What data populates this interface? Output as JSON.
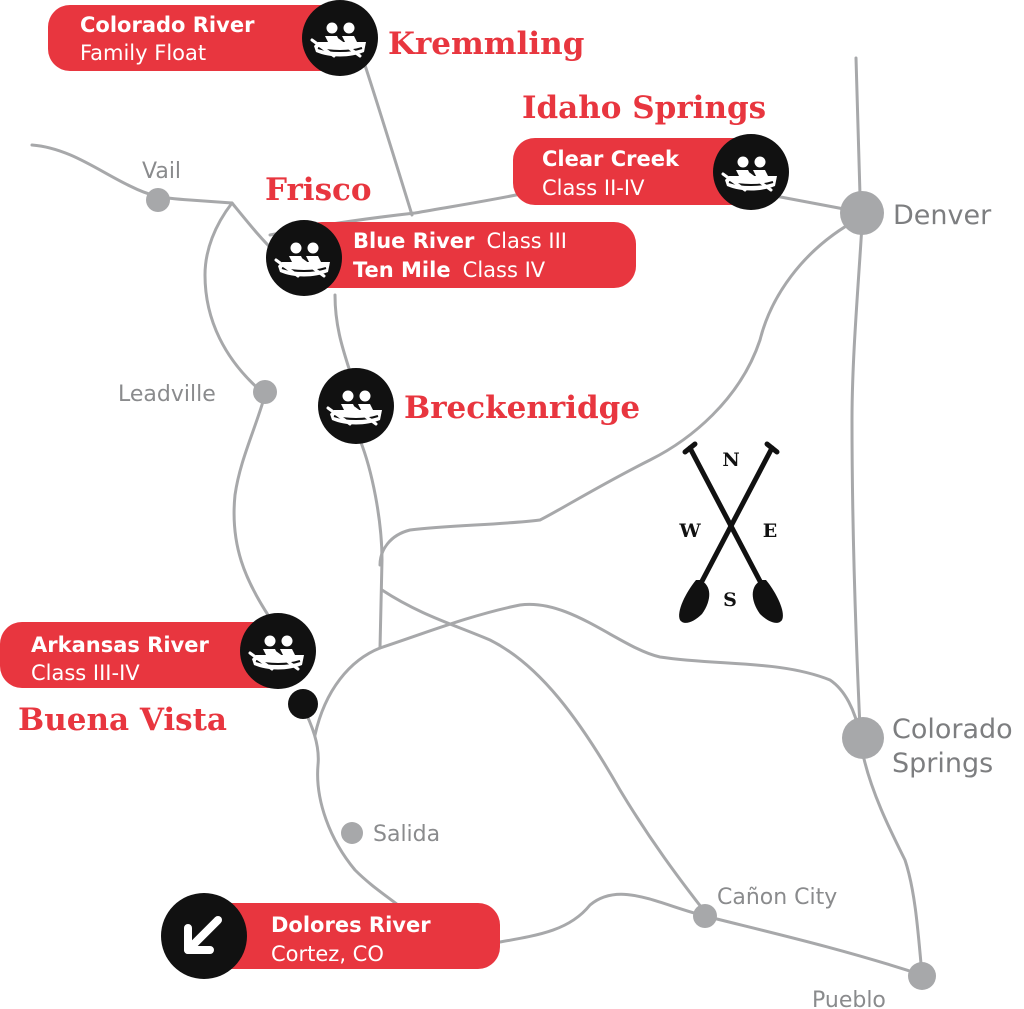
{
  "colors": {
    "accent_red": "#e8363f",
    "road_gray": "#a7a8aa",
    "label_gray": "#8a8b8d",
    "badge_black": "#111111"
  },
  "towns": {
    "vail": "Vail",
    "leadville": "Leadville",
    "salida": "Salida",
    "canon_city": "Cañon City",
    "pueblo": "Pueblo"
  },
  "cities": {
    "denver": "Denver",
    "colorado_springs_1": "Colorado",
    "colorado_springs_2": "Springs"
  },
  "destinations": {
    "kremmling": "Kremmling",
    "idaho_springs": "Idaho Springs",
    "frisco": "Frisco",
    "breckenridge": "Breckenridge",
    "buena_vista": "Buena Vista"
  },
  "trips": {
    "colorado_river": {
      "title": "Colorado River",
      "subtitle": "Family Float",
      "icon": "raft-icon"
    },
    "clear_creek": {
      "title": "Clear Creek",
      "subtitle": "Class II-IV",
      "icon": "raft-icon"
    },
    "blue_river": {
      "title": "Blue River",
      "subtitle": "Class III",
      "icon": "raft-icon"
    },
    "ten_mile": {
      "title": "Ten Mile",
      "subtitle": "Class IV"
    },
    "arkansas_river": {
      "title": "Arkansas River",
      "subtitle": "Class III-IV",
      "icon": "raft-icon"
    },
    "dolores_river": {
      "title": "Dolores River",
      "subtitle": "Cortez, CO",
      "icon": "arrow-down-left-icon"
    },
    "breckenridge_badge": {
      "icon": "raft-icon"
    }
  },
  "compass": {
    "n": "N",
    "e": "E",
    "s": "S",
    "w": "W",
    "icon": "crossed-paddles-compass-icon"
  }
}
